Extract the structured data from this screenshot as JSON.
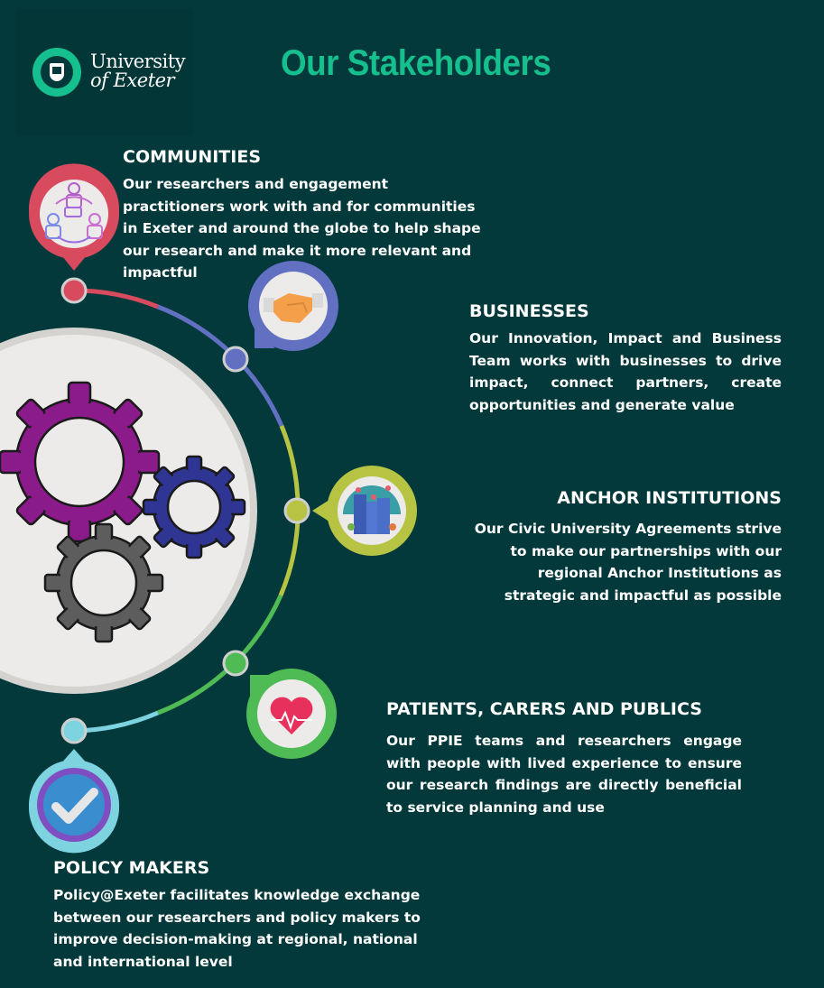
{
  "logo": {
    "line1": "University",
    "line2": "of Exeter",
    "seal_color": "#16c08e"
  },
  "page_title": "Our Stakeholders",
  "colors": {
    "background": "#03393a",
    "title": "#16c08e",
    "communities": "#d84b5e",
    "businesses": "#6270c1",
    "anchor": "#b7c443",
    "patients": "#4fbb55",
    "policy": "#7dd3e0"
  },
  "stakeholders": [
    {
      "heading": "COMMUNITIES",
      "icon": "community-people-icon",
      "text": "Our researchers and engagement practitioners work with and for communities in Exeter and around the globe to help shape our research and make it more relevant and impactful"
    },
    {
      "heading": "BUSINESSES",
      "icon": "handshake-icon",
      "text": "Our Innovation, Impact and Business Team works with businesses to drive impact, connect partners, create opportunities and generate value"
    },
    {
      "heading": "ANCHOR INSTITUTIONS",
      "icon": "city-buildings-icon",
      "text": "Our Civic University Agreements strive to make our partnerships with our regional Anchor Institutions as strategic and impactful as possible"
    },
    {
      "heading": "PATIENTS, CARERS AND PUBLICS",
      "icon": "heartbeat-icon",
      "text": "Our PPIE teams and researchers engage with people with lived experience to ensure our research findings are directly beneficial to service planning and use"
    },
    {
      "heading": "POLICY MAKERS",
      "icon": "checkmark-badge-icon",
      "text": "Policy@Exeter facilitates knowledge exchange between our researchers and policy makers to improve decision-making at regional, national and international level"
    }
  ],
  "central_graphic": "gears-icon"
}
